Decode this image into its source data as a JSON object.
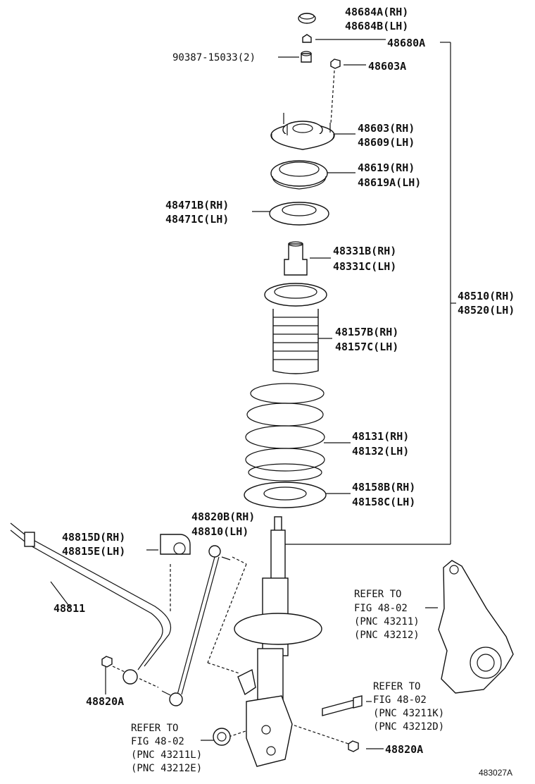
{
  "labels": {
    "l48684": [
      "48684A(RH)",
      "48684B(LH)"
    ],
    "l48680": [
      "48680A"
    ],
    "l90387": [
      "90387-15033(2)"
    ],
    "l48603a": [
      "48603A"
    ],
    "l48603": [
      "48603(RH)",
      "48609(LH)"
    ],
    "l48619": [
      "48619(RH)",
      "48619A(LH)"
    ],
    "l48471": [
      "48471B(RH)",
      "48471C(LH)"
    ],
    "l48331": [
      "48331B(RH)",
      "48331C(LH)"
    ],
    "l48510": [
      "48510(RH)",
      "48520(LH)"
    ],
    "l48157": [
      "48157B(RH)",
      "48157C(LH)"
    ],
    "l48131": [
      "48131(RH)",
      "48132(LH)"
    ],
    "l48158": [
      "48158B(RH)",
      "48158C(LH)"
    ],
    "l48820b": [
      "48820B(RH)",
      "48810(LH)"
    ],
    "l48815": [
      "48815D(RH)",
      "48815E(LH)"
    ],
    "l48811": [
      "48811"
    ],
    "l48820a1": [
      "48820A"
    ],
    "l48820a2": [
      "48820A"
    ],
    "ref1": [
      "REFER TO",
      "FIG 48-02",
      "(PNC 43211)",
      "(PNC 43212)"
    ],
    "ref2": [
      "REFER TO",
      "FIG 48-02",
      "(PNC 43211K)",
      "(PNC 43212D)"
    ],
    "ref3": [
      "REFER TO",
      "FIG 48-02",
      "(PNC 43211L)",
      "(PNC 43212E)"
    ]
  },
  "figure_id": "483027A"
}
